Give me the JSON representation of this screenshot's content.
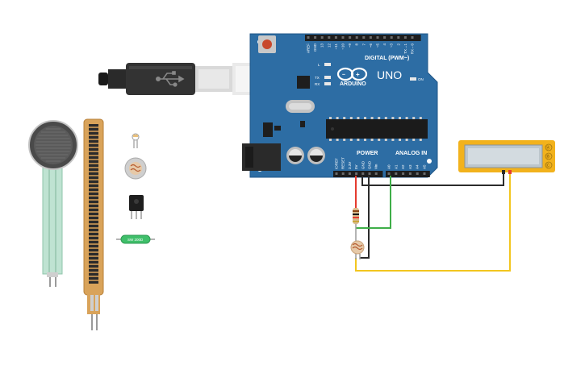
{
  "arduino": {
    "brand": "ARDUINO",
    "model": "UNO",
    "on_label": "ON",
    "tx_label": "TX",
    "rx_label": "RX",
    "l_label": "L",
    "digital_label": "DIGITAL (PWM~)",
    "power_label": "POWER",
    "analog_label": "ANALOG IN",
    "digital_pins": [
      "AREF",
      "GND",
      "13",
      "12",
      "~11",
      "~10",
      "~9",
      "8",
      "7",
      "~6",
      "~5",
      "4",
      "~3",
      "2",
      "TX→1",
      "RX←0"
    ],
    "power_pins": [
      "IOREF",
      "RESET",
      "3.3V",
      "5V",
      "GND",
      "GND",
      "Vin"
    ],
    "analog_pins": [
      "A0",
      "A1",
      "A2",
      "A3",
      "A4",
      "A5"
    ]
  },
  "tilt_sensor": {
    "label": "SW 200D"
  },
  "lcd": {
    "pins": [
      "Ⓐ",
      "Ⓑ",
      "Ⓒ"
    ]
  },
  "colors": {
    "board": "#2d6da4",
    "board_dark": "#1f5688",
    "wire_red": "#e53b2f",
    "wire_black": "#2b2b2b",
    "wire_green": "#3fae49",
    "wire_yellow": "#f2c61f",
    "lcd_frame": "#f2b21c"
  }
}
